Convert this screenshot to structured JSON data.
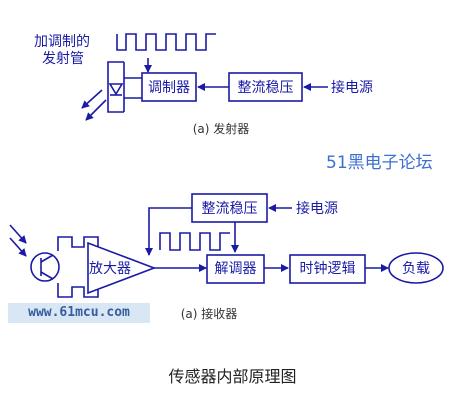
{
  "transmitter": {
    "label_modulated": [
      "加调制的",
      "发射管"
    ],
    "modulator": "调制器",
    "regulator": "整流稳压",
    "power": "接电源",
    "caption": "(a) 发射器"
  },
  "receiver": {
    "regulator": "整流稳压",
    "power": "接电源",
    "amplifier": "放大器",
    "demodulator": "解调器",
    "logic": "时钟逻辑",
    "load": "负载",
    "caption": "(a) 接收器"
  },
  "watermark": "51黑电子论坛",
  "site": "www.61mcu.com",
  "figure_caption": "传感器内部原理图",
  "colors": {
    "diagram": "#1a1aa6",
    "block_fill": "#ffffff",
    "watermark": "#3d6fd0",
    "site_bg": "#d9e7f4"
  }
}
